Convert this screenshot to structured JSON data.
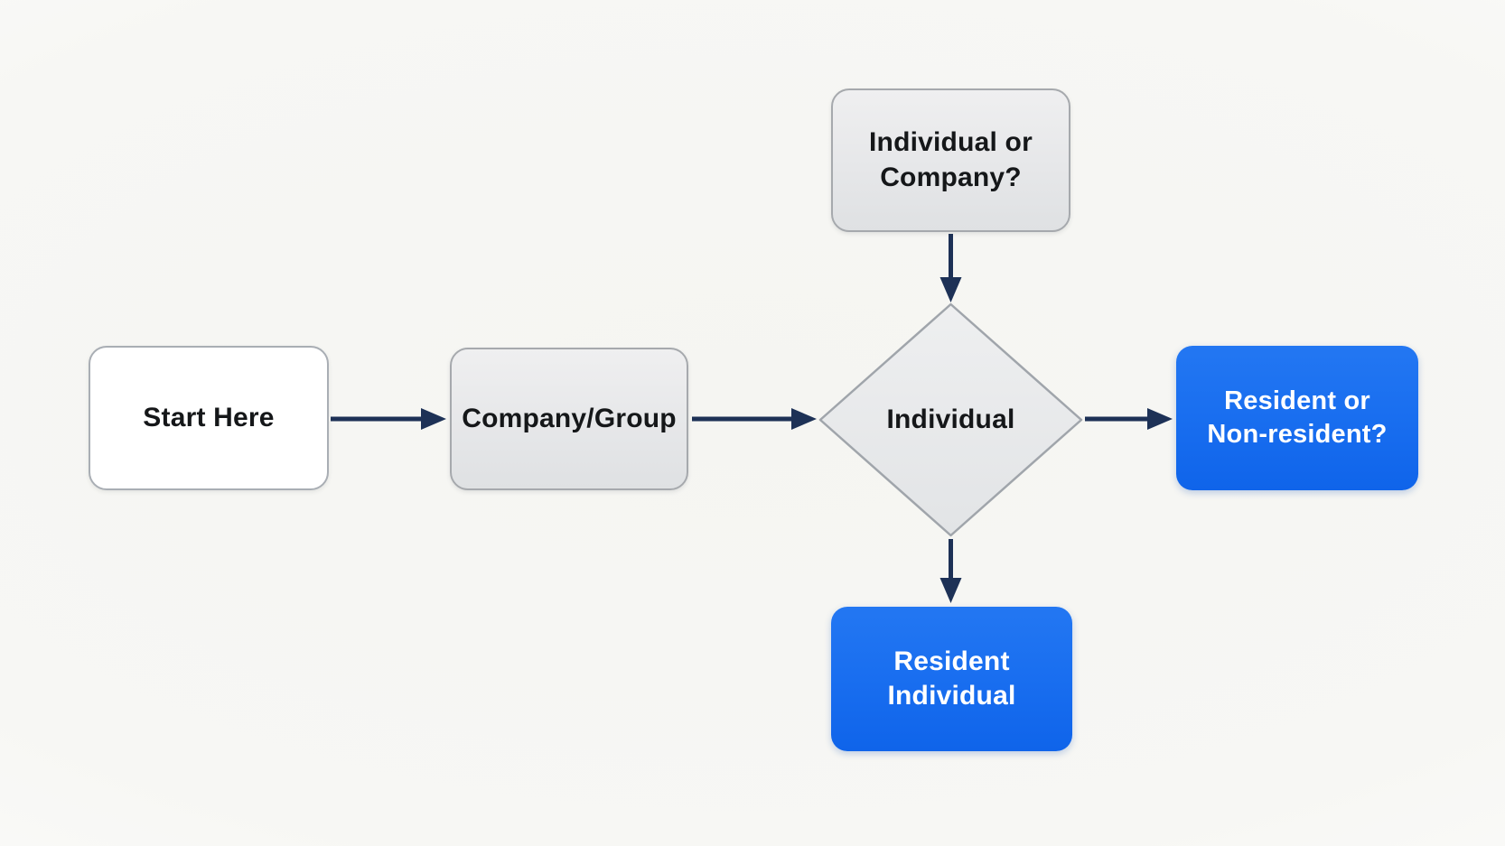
{
  "diagram": {
    "title": "Individual vs Company residency flowchart",
    "nodes": {
      "start": {
        "label": "Start Here",
        "shape": "rounded-rect",
        "variant": "white"
      },
      "company_group": {
        "label": "Company/Group",
        "shape": "rounded-rect",
        "variant": "gray"
      },
      "individual_or_company": {
        "label": "Individual or Company?",
        "shape": "rounded-rect",
        "variant": "gray"
      },
      "individual": {
        "label": "Individual",
        "shape": "diamond",
        "variant": "gray"
      },
      "resident_or_nonresident": {
        "label": "Resident or Non-resident?",
        "shape": "rounded-rect",
        "variant": "blue"
      },
      "resident_individual": {
        "label": "Resident Individual",
        "shape": "rounded-rect",
        "variant": "blue"
      }
    },
    "edges": [
      {
        "from": "start",
        "to": "company_group",
        "direction": "right"
      },
      {
        "from": "company_group",
        "to": "individual",
        "direction": "right"
      },
      {
        "from": "individual_or_company",
        "to": "individual",
        "direction": "down"
      },
      {
        "from": "individual",
        "to": "resident_or_nonresident",
        "direction": "right"
      },
      {
        "from": "individual",
        "to": "resident_individual",
        "direction": "down"
      }
    ],
    "colors": {
      "accent_blue": "#1a6ff0",
      "arrow_navy": "#1d3156",
      "gray_fill": "#e6e7e9",
      "gray_border": "#a6a9ad",
      "white_fill": "#ffffff",
      "text_dark": "#151719",
      "text_on_blue": "#ffffff",
      "background": "#f7f7f4"
    }
  }
}
